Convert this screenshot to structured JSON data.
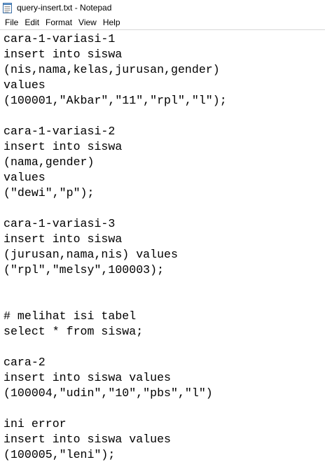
{
  "window": {
    "title": "query-insert.txt - Notepad",
    "icon": "notepad-icon"
  },
  "menu": {
    "items": [
      "File",
      "Edit",
      "Format",
      "View",
      "Help"
    ]
  },
  "editor": {
    "content": "cara-1-variasi-1\ninsert into siswa\n(nis,nama,kelas,jurusan,gender)\nvalues\n(100001,\"Akbar\",\"11\",\"rpl\",\"l\");\n\ncara-1-variasi-2\ninsert into siswa\n(nama,gender)\nvalues\n(\"dewi\",\"p\");\n\ncara-1-variasi-3\ninsert into siswa\n(jurusan,nama,nis) values\n(\"rpl\",\"melsy\",100003);\n\n\n# melihat isi tabel\nselect * from siswa;\n\ncara-2\ninsert into siswa values\n(100004,\"udin\",\"10\",\"pbs\",\"l\")\n\nini error\ninsert into siswa values\n(100005,\"leni\");"
  }
}
